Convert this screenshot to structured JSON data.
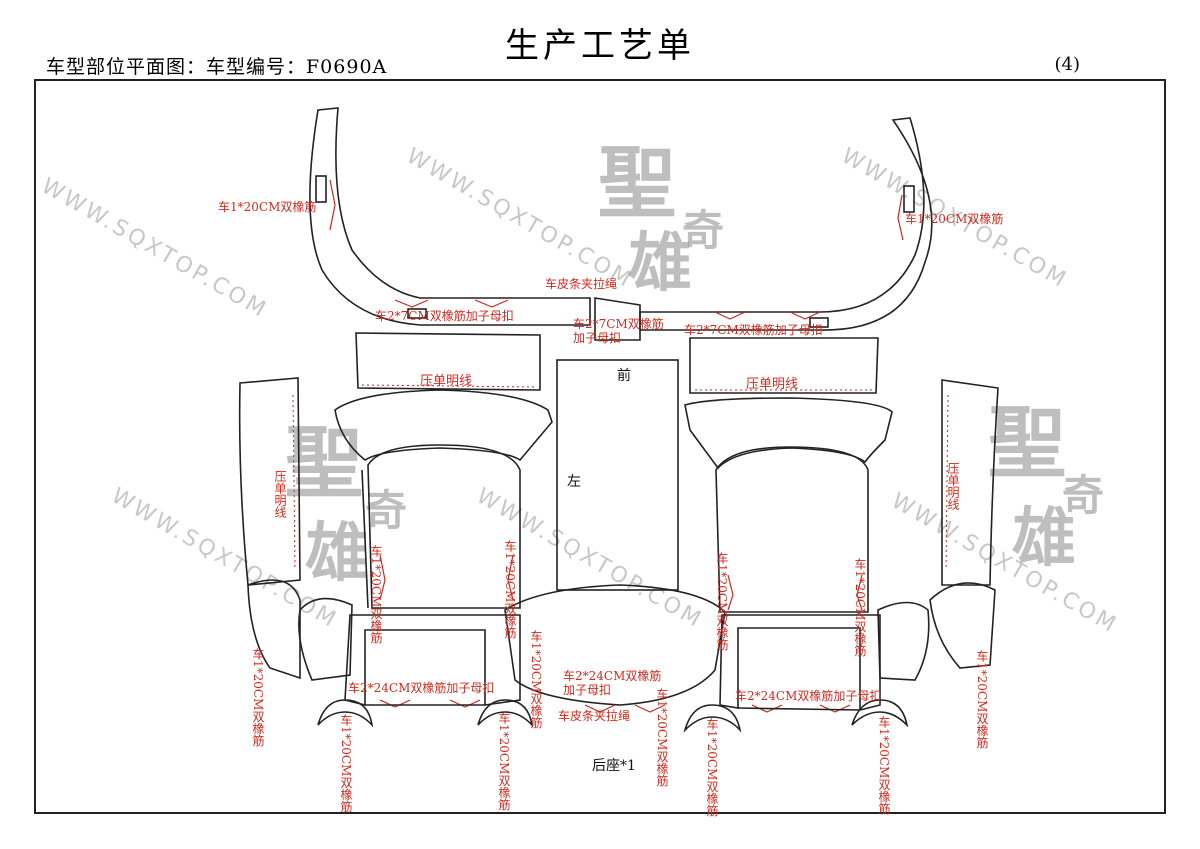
{
  "header": {
    "title": "生产工艺单",
    "subtitle": "车型部位平面图：车型编号：F0690A",
    "page_number": "(4)"
  },
  "watermark": {
    "url": "WWW.SQXTOP.COM",
    "logo_line1": "聖",
    "logo_line2": "奇",
    "logo_line3": "雄"
  },
  "labels": {
    "top_left_arc": "车1*20CM双橡筋",
    "top_right_arc": "车1*20CM双橡筋",
    "top_left_strip": "车2*7CM双橡筋加子母扣",
    "top_right_strip": "车2*7CM双橡筋加子母扣",
    "pull_rope_top": "车皮条夹拉绳",
    "center_strip_line1": "车2*7CM双橡筋",
    "center_strip_line2": "加子母扣",
    "press_left": "压单明线",
    "press_right": "压单明线",
    "front": "前",
    "left": "左",
    "side_press_left": "压单明线",
    "side_press_right": "压单明线",
    "vertical_rubber": "车1*20CM双橡筋",
    "bottom_left_strip": "车2*24CM双橡筋加子母扣",
    "bottom_center_line1": "车2*24CM双橡筋",
    "bottom_center_line2": "加子母扣",
    "bottom_right_strip": "车2*24CM双橡筋加子母扣",
    "pull_rope_bottom": "车皮条夹拉绳",
    "rear_seat": "后座*1"
  },
  "colors": {
    "annotation": "#d42a1e",
    "outline": "#222222",
    "watermark": "#9a9a9a"
  }
}
